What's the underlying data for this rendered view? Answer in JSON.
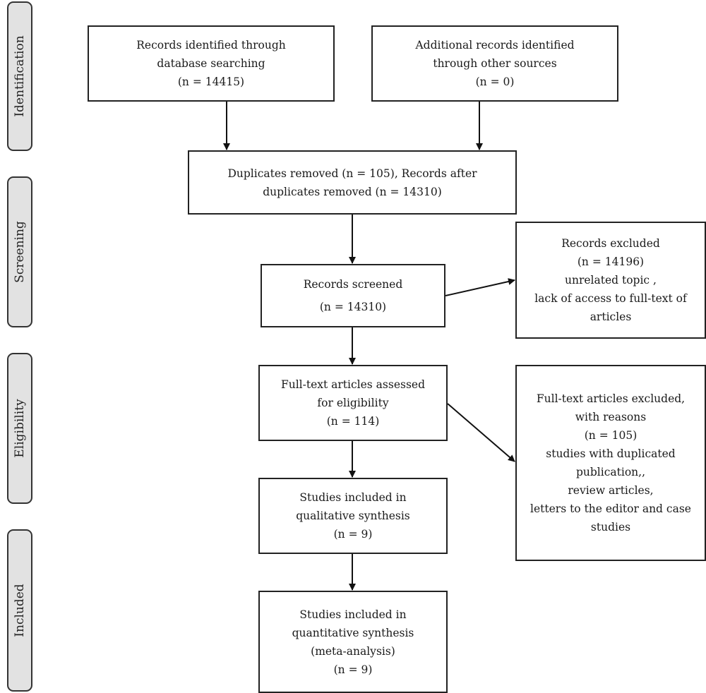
{
  "stages": {
    "identification": "Identification",
    "screening": "Screening",
    "eligibility": "Eligibility",
    "included": "Included"
  },
  "boxes": {
    "db_search": [
      "Records identified through",
      "database searching",
      "(n = 14415)"
    ],
    "other_sources": [
      "Additional records identified",
      "through other sources",
      "(n = 0)"
    ],
    "duplicates": [
      "Duplicates removed (n = 105), Records after",
      "duplicates removed (n = 14310)"
    ],
    "screened": [
      "Records screened",
      "(n = 14310)"
    ],
    "excluded": [
      "Records excluded",
      "(n = 14196)",
      "unrelated topic ,",
      "lack of access to full-text of",
      "articles"
    ],
    "fulltext": [
      "Full-text articles assessed",
      "for eligibility",
      "(n = 114)"
    ],
    "fulltext_excluded": [
      "Full-text articles excluded,",
      "with reasons",
      "(n = 105)",
      "studies with duplicated",
      "publication,,",
      "review articles,",
      "letters to the editor and case",
      "studies"
    ],
    "qualitative": [
      "Studies included in",
      "qualitative synthesis",
      "(n = 9)"
    ],
    "quantitative": [
      "Studies included in",
      "quantitative synthesis",
      "(meta-analysis)",
      "(n = 9)"
    ]
  }
}
